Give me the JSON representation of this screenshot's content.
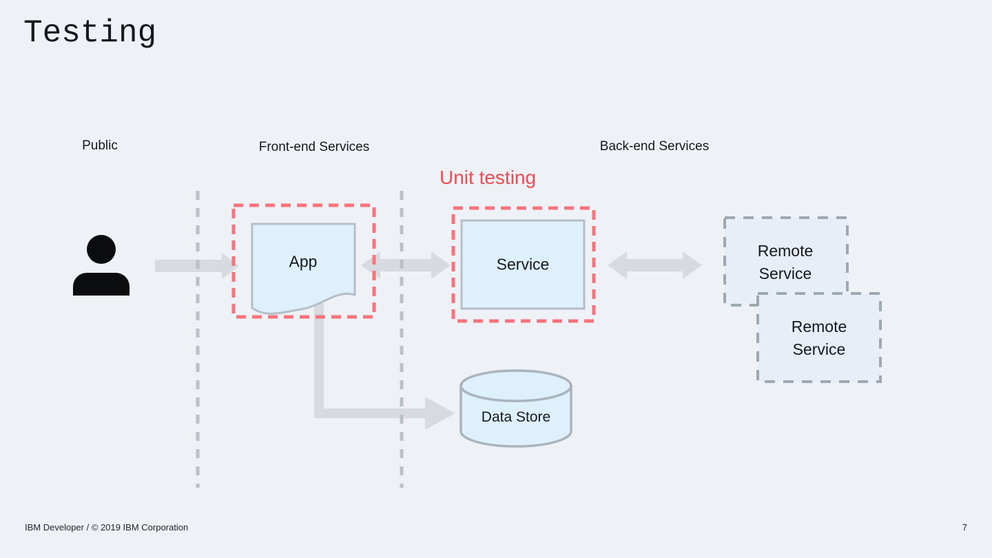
{
  "slide": {
    "title": "Testing",
    "footer": "IBM Developer / © 2019 IBM Corporation",
    "page_number": "7"
  },
  "lanes": {
    "public": "Public",
    "frontend": "Front-end Services",
    "backend": "Back-end Services"
  },
  "annotation": {
    "unit_testing": "Unit testing"
  },
  "nodes": {
    "app": "App",
    "service": "Service",
    "remote_service_1": "Remote Service",
    "remote_service_2": "Remote Service",
    "data_store": "Data Store"
  },
  "icons": {
    "user": "user-silhouette-icon"
  },
  "colors": {
    "background": "#eef1f5",
    "node_fill": "#def0fb",
    "node_stroke": "#b5bec8",
    "remote_fill": "#e8eef7",
    "remote_stroke": "#9da8b0",
    "arrow_gray": "#d7dade",
    "lane_dash_gray": "#b9c0c6",
    "red_dash": "#f8747d",
    "red_text": "#ef4b54",
    "text": "#15181c",
    "person": "#0a0c0e"
  }
}
